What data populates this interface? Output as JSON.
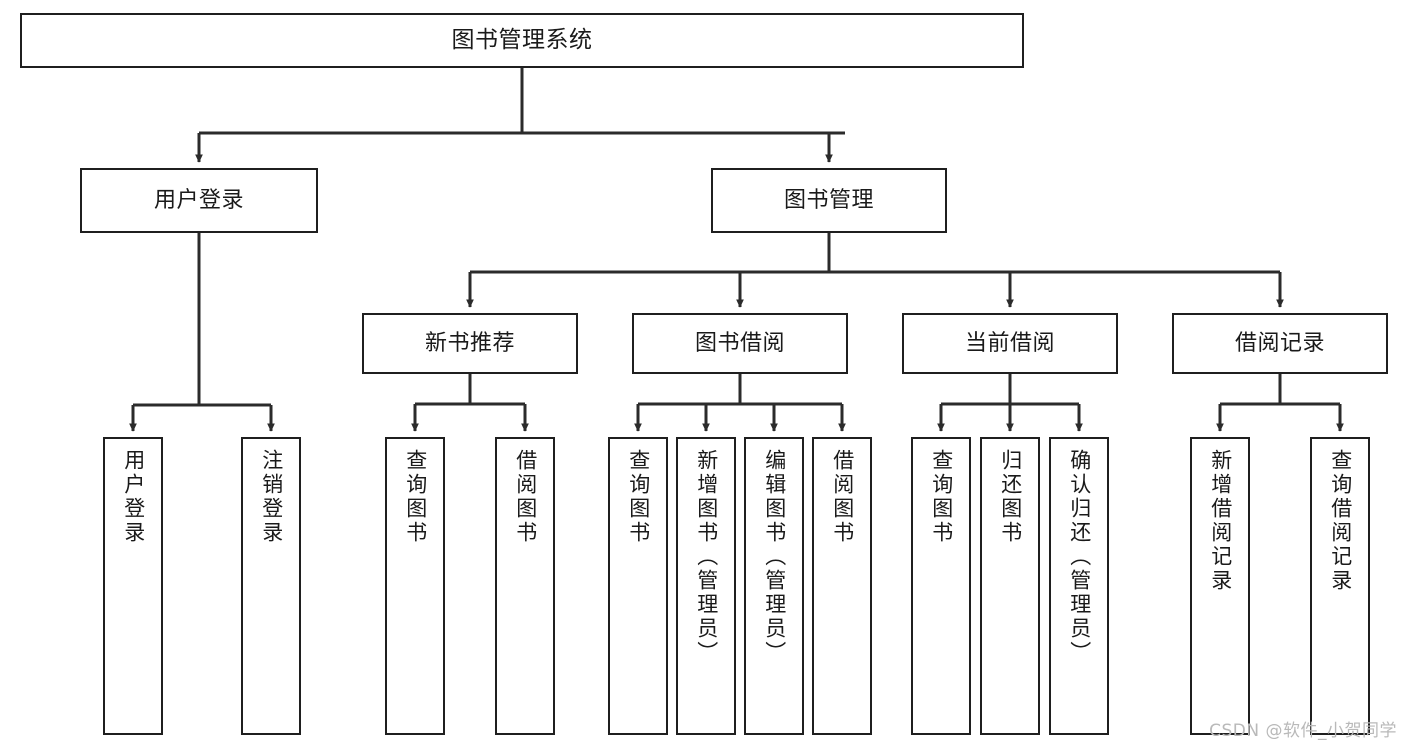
{
  "diagram": {
    "title": "图书管理系统",
    "type": "tree-hierarchy-chart",
    "colors": {
      "stroke": "#1f1f1f",
      "fill": "#ffffff",
      "text": "#1a1a1a",
      "watermark": "#b9b9b9"
    },
    "nodes": {
      "root": {
        "label": "图书管理系统"
      },
      "level2": [
        {
          "id": "user-login",
          "label": "用户登录"
        },
        {
          "id": "book-management",
          "label": "图书管理"
        }
      ],
      "level3": [
        {
          "id": "new-book-recommend",
          "label": "新书推荐"
        },
        {
          "id": "book-borrow",
          "label": "图书借阅"
        },
        {
          "id": "current-borrow",
          "label": "当前借阅"
        },
        {
          "id": "borrow-record",
          "label": "借阅记录"
        }
      ],
      "leaves": {
        "user-login": [
          {
            "id": "leaf-user-login",
            "label": "用户登录"
          },
          {
            "id": "leaf-logout-login",
            "label": "注销登录"
          }
        ],
        "new-book-recommend": [
          {
            "id": "leaf-query-book-1",
            "label": "查询图书"
          },
          {
            "id": "leaf-borrow-book-1",
            "label": "借阅图书"
          }
        ],
        "book-borrow": [
          {
            "id": "leaf-query-book-2",
            "label": "查询图书"
          },
          {
            "id": "leaf-add-book",
            "label": "新增图书（管理员）"
          },
          {
            "id": "leaf-edit-book",
            "label": "编辑图书（管理员）"
          },
          {
            "id": "leaf-borrow-book-2",
            "label": "借阅图书"
          }
        ],
        "current-borrow": [
          {
            "id": "leaf-query-book-3",
            "label": "查询图书"
          },
          {
            "id": "leaf-return-book",
            "label": "归还图书"
          },
          {
            "id": "leaf-confirm-return",
            "label": "确认归还（管理员）"
          }
        ],
        "borrow-record": [
          {
            "id": "leaf-add-record",
            "label": "新增借阅记录"
          },
          {
            "id": "leaf-query-record",
            "label": "查询借阅记录"
          }
        ]
      }
    },
    "watermark": "CSDN @软件_小贺同学"
  }
}
